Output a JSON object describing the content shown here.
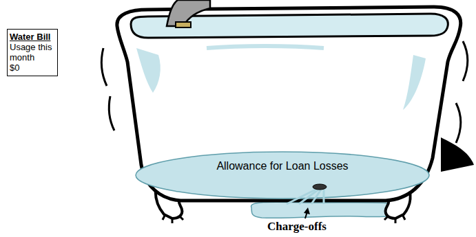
{
  "diagram": {
    "nodes": [
      {
        "text": [
          "Water Bill",
          "Usage this month",
          "$0"
        ]
      },
      {
        "text": [
          "Allowance for Loan Losses"
        ]
      }
    ],
    "labels": [
      "Charge-offs"
    ]
  }
}
